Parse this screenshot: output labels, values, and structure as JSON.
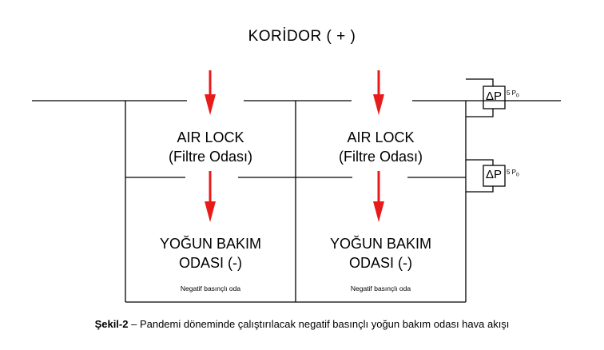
{
  "corridor": {
    "label": "KORİDOR ( + )"
  },
  "rooms": [
    {
      "airlock_line1": "AIR LOCK",
      "airlock_line2": "(Filtre Odası)",
      "icu_line1": "YOĞUN BAKIM",
      "icu_line2": "ODASI (-)",
      "note": "Negatif basınçlı oda"
    },
    {
      "airlock_line1": "AIR LOCK",
      "airlock_line2": "(Filtre Odası)",
      "icu_line1": "YOĞUN BAKIM",
      "icu_line2": "ODASI (-)",
      "note": "Negatif basınçlı oda"
    }
  ],
  "gauges": [
    {
      "symbol": "ΔP",
      "sup": "5 P",
      "sub": "0"
    },
    {
      "symbol": "ΔP",
      "sup": "5 P",
      "sub": "0"
    }
  ],
  "caption": {
    "prefix": "Şekil-2",
    "text": " – Pandemi döneminde çalıştırılacak negatif basınçlı yoğun bakım odası hava akışı"
  },
  "colors": {
    "arrow": "#e81b1b",
    "line": "#000000"
  }
}
